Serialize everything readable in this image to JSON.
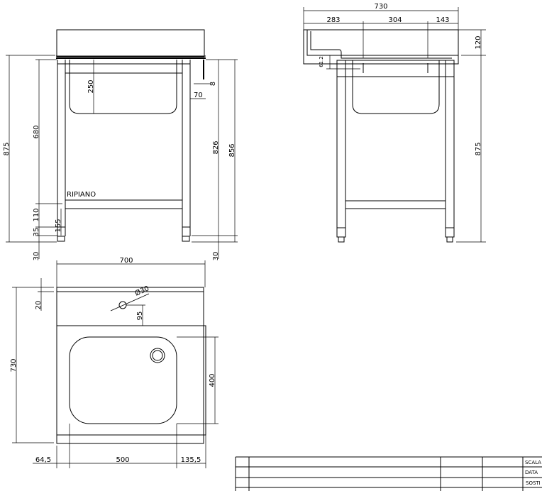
{
  "front_view": {
    "label_shelf": "RIPIANO",
    "dims": {
      "total_height": "875",
      "upper": "680",
      "shelf_gap": "110",
      "shelf_height": "155",
      "foot": "35",
      "foot_adj": "30",
      "bowl_depth": "250",
      "overhang": "70",
      "thickness": "8",
      "frame_height": "826",
      "leg_height": "856",
      "foot_adj_right": "30"
    }
  },
  "side_view": {
    "dims": {
      "total_width": "730",
      "seg1": "283",
      "seg2": "304",
      "seg3": "143",
      "splash": "120",
      "height": "875",
      "offset": "61.2"
    }
  },
  "plan_view": {
    "dims": {
      "width": "700",
      "depth": "730",
      "back_strip": "20",
      "hole_diameter": "Ø30",
      "hole_offset": "95",
      "bowl_length": "400",
      "left_margin": "64,5",
      "bowl_width": "500",
      "right_margin": "135,5"
    }
  },
  "title_block": {
    "scale_label": "SCALA",
    "date_label": "DATA",
    "replaces_label": "SOSTI"
  }
}
